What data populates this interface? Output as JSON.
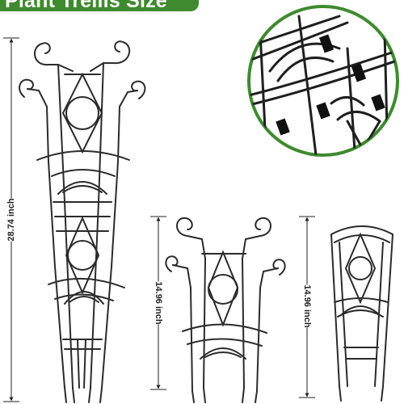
{
  "banner": {
    "title": "Plant Trellis Size"
  },
  "dimensions": {
    "tall_height": "28.74 inch",
    "medium_height": "14.96 inch",
    "narrow_height": "14.96 inch"
  },
  "colors": {
    "banner_green": "#3f8a2f",
    "frame_metal": "#2b2b2b",
    "inset_border": "#3f8a2f"
  }
}
